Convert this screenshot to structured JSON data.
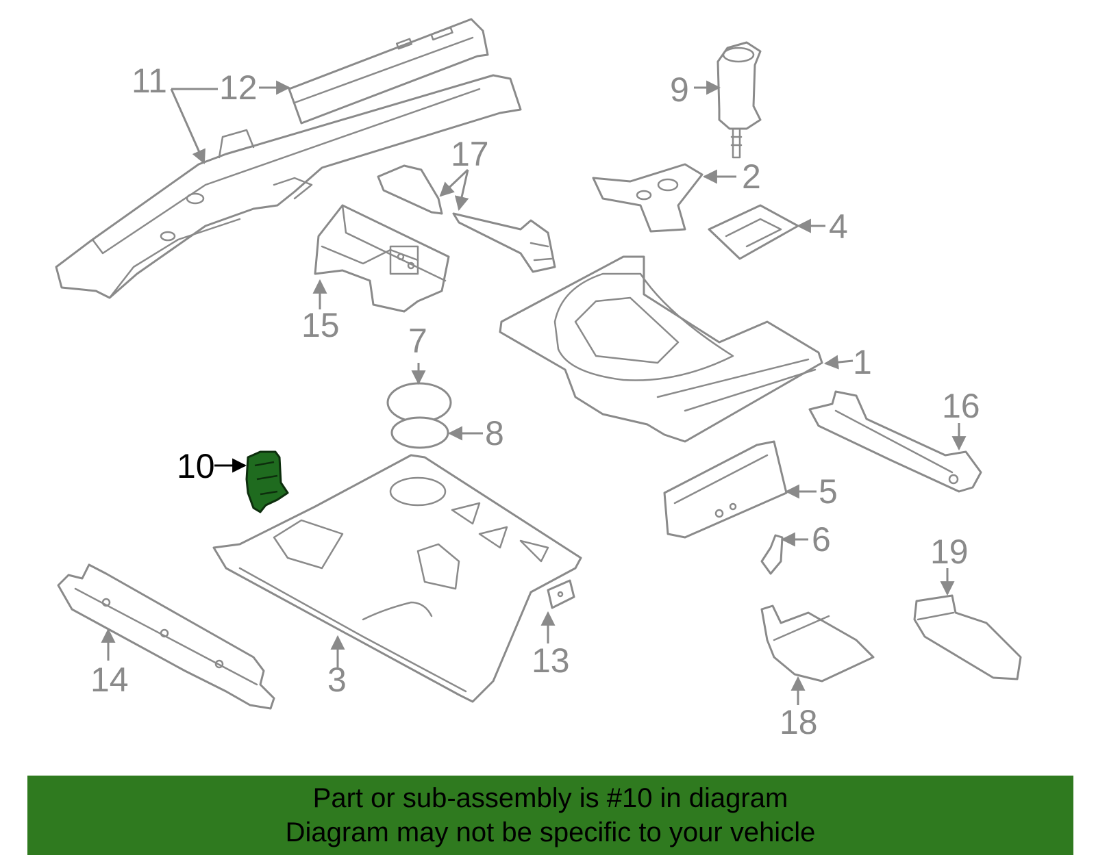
{
  "callouts": {
    "c1": "1",
    "c2": "2",
    "c3": "3",
    "c4": "4",
    "c5": "5",
    "c6": "6",
    "c7": "7",
    "c8": "8",
    "c9": "9",
    "c10": "10",
    "c11": "11",
    "c12": "12",
    "c13": "13",
    "c14": "14",
    "c15": "15",
    "c16": "16",
    "c17": "17",
    "c18": "18",
    "c19": "19"
  },
  "highlighted_part": "10",
  "colors": {
    "part_stroke": "#8a8a8a",
    "highlight_fill": "#1f6b1f",
    "banner": "#2f7a1f"
  },
  "banner": {
    "line1": "Part or sub-assembly is #10 in diagram",
    "line2": "Diagram may not be specific to your vehicle"
  }
}
